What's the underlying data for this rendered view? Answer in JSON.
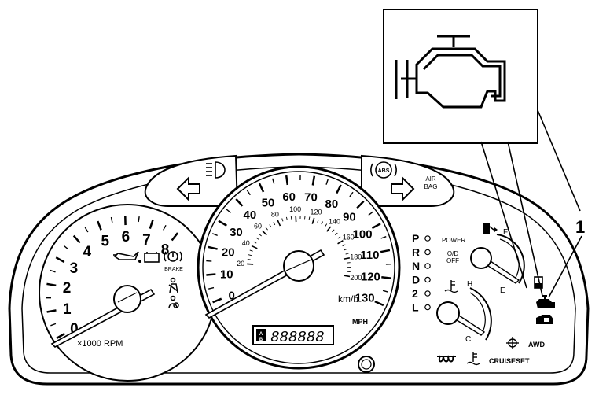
{
  "tach": {
    "numbers": [
      "0",
      "1",
      "2",
      "3",
      "4",
      "5",
      "6",
      "7",
      "8"
    ],
    "unit": "×1000 RPM"
  },
  "speedo": {
    "mph_numbers": [
      "0",
      "10",
      "20",
      "30",
      "40",
      "50",
      "60",
      "70",
      "80",
      "90",
      "100",
      "110",
      "120",
      "130"
    ],
    "kmh_numbers": [
      "20",
      "40",
      "60",
      "80",
      "100",
      "120",
      "140",
      "160",
      "180",
      "200"
    ],
    "unit_mph": "MPH",
    "unit_kmh": "km/h",
    "odometer": "888888",
    "odo_prefix": "AB"
  },
  "gear": {
    "letters": [
      "P",
      "R",
      "N",
      "D",
      "2",
      "L"
    ],
    "power_label": "POWER",
    "od_off_line1": "O/D",
    "od_off_line2": "OFF"
  },
  "fuel": {
    "full_label": "F",
    "empty_label": "E"
  },
  "temp": {
    "hot_label": "H",
    "cold_label": "C"
  },
  "warnings": {
    "brake_label": "BRAKE",
    "airbag_line1": "AIR",
    "airbag_line2": "BAG",
    "abs_label": "ABS",
    "awd_label": "AWD",
    "cruise_label": "CRUISE",
    "set_label": "SET"
  },
  "callout": {
    "number": "1"
  }
}
